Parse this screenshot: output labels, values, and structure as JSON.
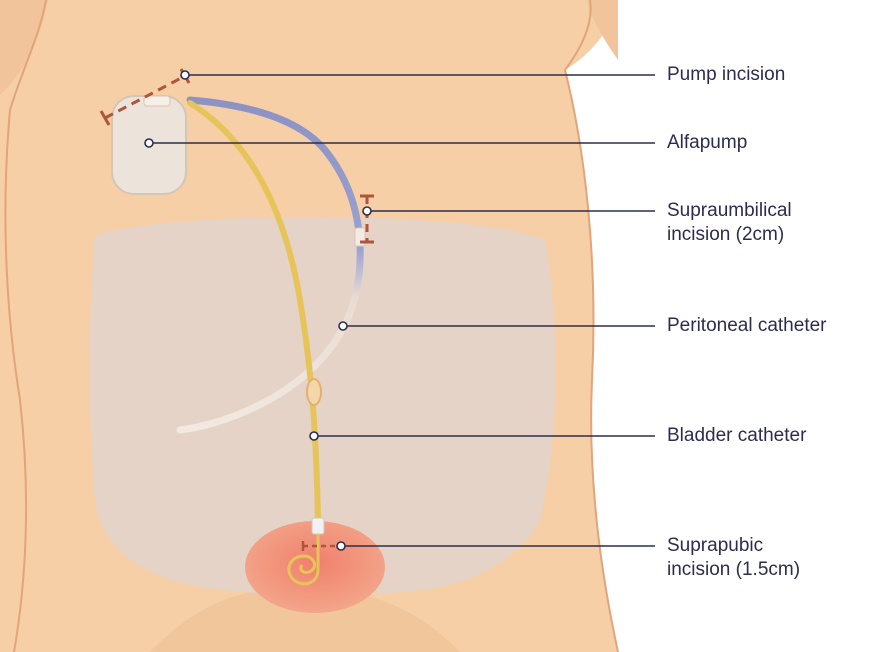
{
  "labels": {
    "pump_incision": "Pump incision",
    "alfapump": "Alfapump",
    "supraumbilical_incision": "Supraumbilical\nincision (2cm)",
    "peritoneal_catheter": "Peritoneal catheter",
    "bladder_catheter": "Bladder catheter",
    "suprapubic_incision": "Suprapubic\nincision (1.5cm)"
  },
  "colors": {
    "skin": "#f6cfa6",
    "skin_shadow": "#e9b388",
    "peritoneal_cavity": "#d9d7e2",
    "pump": "#ece4da",
    "bladder": "#ee8d78",
    "bladder_catheter": "#e7c45a",
    "peritoneal_tube_proximal": "#8c93c4",
    "peritoneal_tube_distal": "#f0e6dc",
    "incision": "#b0553d",
    "leader_line": "#2b2d4e"
  }
}
